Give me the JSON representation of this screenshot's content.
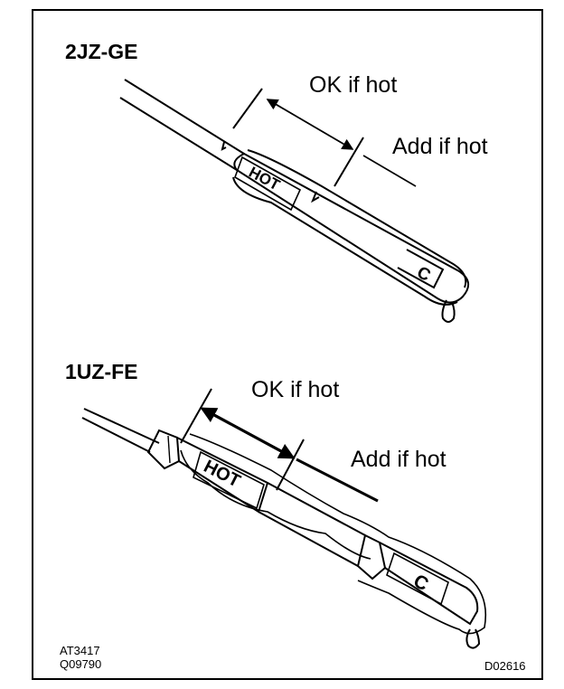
{
  "diagrams": [
    {
      "engine": "2JZ-GE",
      "ok_label": "OK if hot",
      "add_label": "Add if hot",
      "marks": {
        "hot": "HOT",
        "cold": "C"
      }
    },
    {
      "engine": "1UZ-FE",
      "ok_label": "OK if hot",
      "add_label": "Add if hot",
      "marks": {
        "hot": "HOT",
        "cold": "C"
      }
    }
  ],
  "footer": {
    "code_left_1": "AT3417",
    "code_left_2": "Q09790",
    "code_right": "D02616"
  },
  "colors": {
    "ink": "#000000",
    "paper": "#ffffff"
  }
}
